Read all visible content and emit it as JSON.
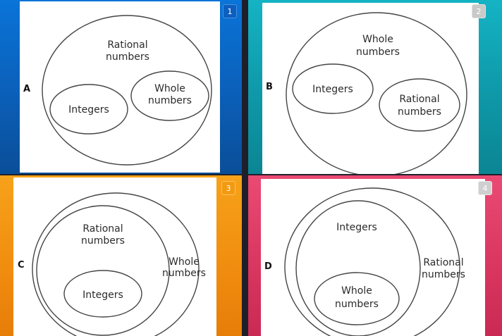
{
  "options": [
    {
      "badge": "1",
      "letter": "A",
      "outer_label_1": "Rational",
      "outer_label_2": "numbers",
      "left_label": "Integers",
      "right_label_1": "Whole",
      "right_label_2": "numbers"
    },
    {
      "badge": "2",
      "letter": "B",
      "outer_label_1": "Whole",
      "outer_label_2": "numbers",
      "left_label": "Integers",
      "right_label_1": "Rational",
      "right_label_2": "numbers"
    },
    {
      "badge": "3",
      "letter": "C",
      "outer_label_1": "Whole",
      "outer_label_2": "numbers",
      "middle_label_1": "Rational",
      "middle_label_2": "numbers",
      "inner_label": "Integers"
    },
    {
      "badge": "4",
      "letter": "D",
      "outer_label_1": "Rational",
      "outer_label_2": "numbers",
      "middle_label": "Integers",
      "inner_label_1": "Whole",
      "inner_label_2": "numbers"
    }
  ],
  "colors": {
    "tile_1": "#0a74d8",
    "tile_2": "#14b3c4",
    "tile_3": "#f7a21a",
    "tile_4": "#e94a73"
  }
}
